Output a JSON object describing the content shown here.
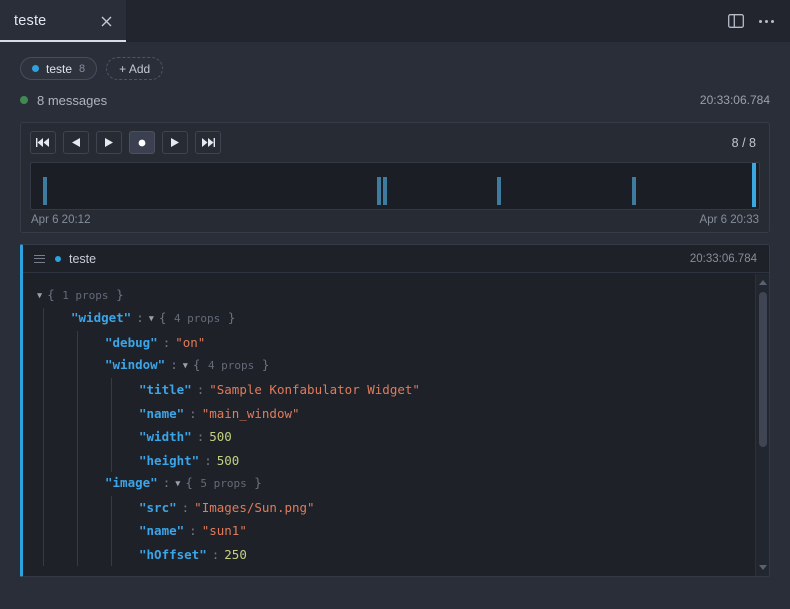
{
  "window": {
    "tab": {
      "label": "teste",
      "close_icon": "close-icon"
    },
    "actions": [
      {
        "icon": "split-panel-icon",
        "name": "toggle-panel-button"
      },
      {
        "icon": "ellipsis-icon",
        "name": "more-options-button"
      }
    ]
  },
  "chips": {
    "connection": {
      "label": "teste",
      "count": "8",
      "dot_color": "#2ba3e0"
    },
    "add_label": "+ Add"
  },
  "status": {
    "dot_color": "#3f8a52",
    "text": "8 messages",
    "timestamp": "20:33:06.784"
  },
  "transport": {
    "buttons": [
      {
        "name": "skip-to-start-button",
        "icon": "skip-back-icon",
        "active": false
      },
      {
        "name": "step-back-button",
        "icon": "play-back-icon",
        "active": false
      },
      {
        "name": "play-reverse-button",
        "icon": "play-icon",
        "active": false
      },
      {
        "name": "record-button",
        "icon": "record-dot-icon",
        "active": true
      },
      {
        "name": "play-forward-button",
        "icon": "play-icon",
        "active": false
      },
      {
        "name": "skip-to-end-button",
        "icon": "skip-forward-icon",
        "active": false
      }
    ],
    "frame_counter": "8 / 8",
    "timeline": {
      "start_label": "Apr 6 20:12",
      "end_label": "Apr 6 20:33",
      "tick_color": "#3f7b9e",
      "current_color": "#3aa7df",
      "ticks_pct": [
        1.7,
        47.5,
        48.4,
        64.0,
        82.5
      ],
      "current_pct": 99.1
    }
  },
  "message": {
    "menu_icon": "hamburger-icon",
    "dot_color": "#2ba3e0",
    "name": "teste",
    "timestamp": "20:33:06.784",
    "accent_color": "#2ba3e0"
  },
  "json_tree": {
    "lines": [
      {
        "indent": 0,
        "caret": "▼",
        "key": null,
        "brace_open": "{",
        "props": "1 props",
        "brace_close": "}"
      },
      {
        "indent": 1,
        "caret": "▼",
        "key": "\"widget\"",
        "brace_open": "{",
        "props": "4 props",
        "brace_close": "}"
      },
      {
        "indent": 2,
        "caret": null,
        "key": "\"debug\"",
        "value": "\"on\"",
        "type": "string"
      },
      {
        "indent": 2,
        "caret": "▼",
        "key": "\"window\"",
        "brace_open": "{",
        "props": "4 props",
        "brace_close": "}"
      },
      {
        "indent": 3,
        "caret": null,
        "key": "\"title\"",
        "value": "\"Sample Konfabulator Widget\"",
        "type": "string"
      },
      {
        "indent": 3,
        "caret": null,
        "key": "\"name\"",
        "value": "\"main_window\"",
        "type": "string"
      },
      {
        "indent": 3,
        "caret": null,
        "key": "\"width\"",
        "value": "500",
        "type": "number"
      },
      {
        "indent": 3,
        "caret": null,
        "key": "\"height\"",
        "value": "500",
        "type": "number"
      },
      {
        "indent": 2,
        "caret": "▼",
        "key": "\"image\"",
        "brace_open": "{",
        "props": "5 props",
        "brace_close": "}"
      },
      {
        "indent": 3,
        "caret": null,
        "key": "\"src\"",
        "value": "\"Images/Sun.png\"",
        "type": "string"
      },
      {
        "indent": 3,
        "caret": null,
        "key": "\"name\"",
        "value": "\"sun1\"",
        "type": "string"
      },
      {
        "indent": 3,
        "caret": null,
        "key": "\"hOffset\"",
        "value": "250",
        "type": "number"
      }
    ],
    "colon": ":"
  },
  "scrollbar": {
    "up_icon": "chevron-up-icon",
    "down_icon": "chevron-down-icon"
  }
}
